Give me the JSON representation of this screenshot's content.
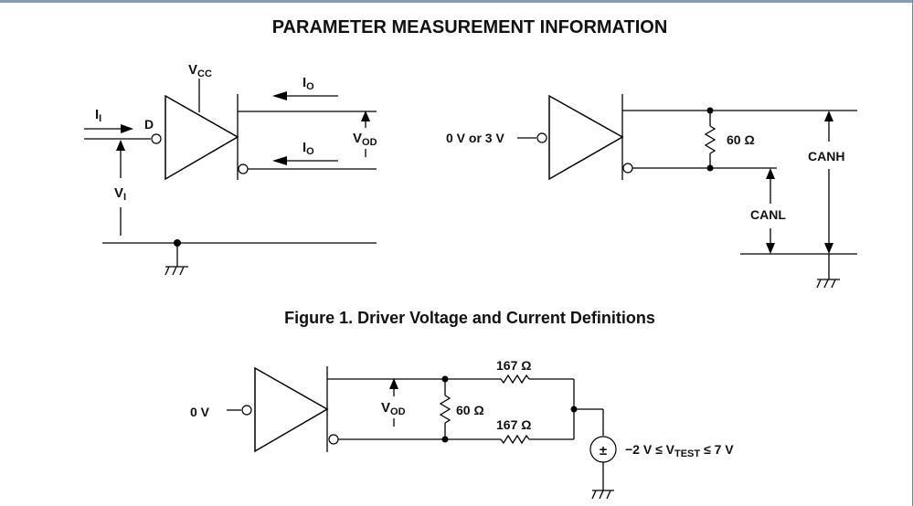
{
  "title": "PARAMETER MEASUREMENT INFORMATION",
  "figure_caption": "Figure 1.  Driver Voltage and Current Definitions",
  "colors": {
    "window_top_border": "#8a9bb0",
    "ink": "#000000",
    "background": "#ffffff"
  },
  "diagram_left": {
    "vcc_main": "V",
    "vcc_sub": "CC",
    "ii_main": "I",
    "ii_sub": "I",
    "d_label": "D",
    "vi_main": "V",
    "vi_sub": "I",
    "io_top_main": "I",
    "io_top_sub": "O",
    "io_bottom_main": "I",
    "io_bottom_sub": "O",
    "vod_main": "V",
    "vod_sub": "OD"
  },
  "diagram_right": {
    "input_label": "0 V or 3 V",
    "resistor_label": "60 Ω",
    "canh_label": "CANH",
    "canl_label": "CANL"
  },
  "diagram_bottom": {
    "input_label": "0 V",
    "vod_main": "V",
    "vod_sub": "OD",
    "shunt_resistor": "60 Ω",
    "upper_resistor": "167 Ω",
    "lower_resistor": "167 Ω",
    "source_symbol": "±",
    "vtest_prefix": "−2 V ≤ V",
    "vtest_sub": "TEST",
    "vtest_suffix": " ≤ 7 V"
  }
}
